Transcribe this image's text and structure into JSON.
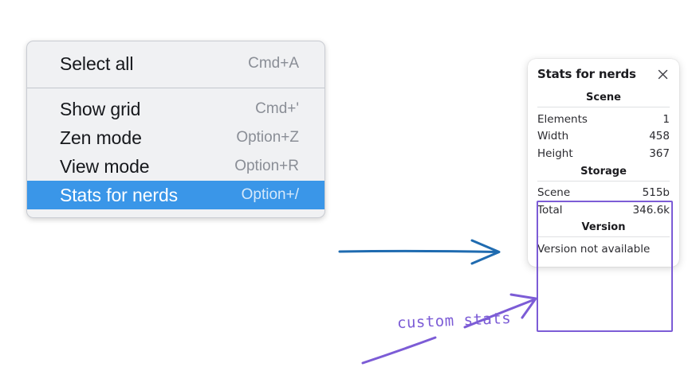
{
  "context_menu": {
    "groups": [
      {
        "name": "group-top",
        "items": [
          {
            "label": "Select all",
            "shortcut": "Cmd+A",
            "selected": false
          }
        ]
      },
      {
        "name": "group-main",
        "items": [
          {
            "label": "Show grid",
            "shortcut": "Cmd+'",
            "selected": false
          },
          {
            "label": "Zen mode",
            "shortcut": "Option+Z",
            "selected": false
          },
          {
            "label": "View mode",
            "shortcut": "Option+R",
            "selected": false
          },
          {
            "label": "Stats for nerds",
            "shortcut": "Option+/",
            "selected": true
          }
        ]
      }
    ],
    "colors": {
      "background": "#f0f1f3",
      "selected_background": "#3a96e8",
      "label": "#16181c",
      "shortcut": "#8a8e96",
      "divider": "#c3c7ce"
    }
  },
  "stats_panel": {
    "title": "Stats for nerds",
    "close_icon": "close-icon",
    "sections": [
      {
        "title": "Scene",
        "rows": [
          {
            "label": "Elements",
            "value": "1"
          },
          {
            "label": "Width",
            "value": "458"
          },
          {
            "label": "Height",
            "value": "367"
          }
        ]
      },
      {
        "title": "Storage",
        "rows": [
          {
            "label": "Scene",
            "value": "515b"
          },
          {
            "label": "Total",
            "value": "346.6k"
          }
        ]
      },
      {
        "title": "Version",
        "full_rows": [
          "Version not available"
        ]
      }
    ]
  },
  "annotations": {
    "handwritten_label": "custom stats",
    "highlight_color": "#7c5cd6",
    "arrow_color": "#1f6bb0"
  }
}
